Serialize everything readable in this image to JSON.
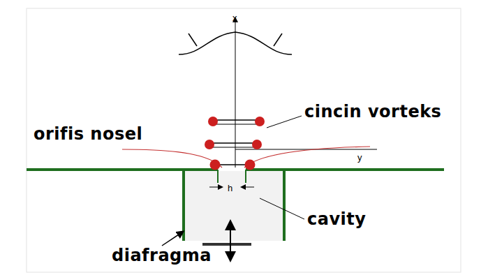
{
  "diagram": {
    "labels": [
      "x",
      "y",
      "h",
      "cincin vorteks",
      "orifis nosel",
      "cavity",
      "diafragma"
    ]
  }
}
